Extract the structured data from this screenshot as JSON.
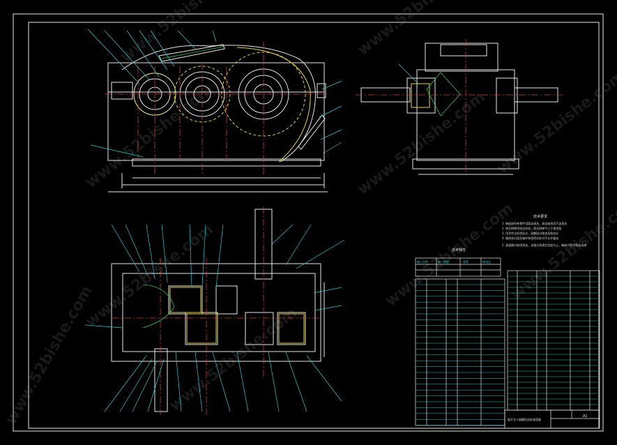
{
  "drawing": {
    "sheet_size_label": "A1",
    "tech_req_title": "技术要求",
    "tech_req_lines": [
      "1. 装配前所有零件用煤油清洗，滚动轴承用汽油清洗",
      "2. 啮合侧隙用铅丝检验，保证侧隙不小于规定值",
      "3. 用涂色法检验斑点，接触斑点按齿高和齿长",
      "4. 箱体剖分面及轴外伸段密封处均不允许漏油",
      "5. 减速器内装润滑油，油量达到规定深度为止，箱体内壁涂耐油油漆"
    ],
    "char_table_title": "技术特性",
    "char_table_head": [
      "输入功率",
      "输入转速",
      "效率",
      "传动比"
    ],
    "char_table_row": [
      "",
      "",
      "",
      ""
    ],
    "title_block_name": "展开式二级圆柱齿轮减速器",
    "watermark": "www.52bishe.com"
  }
}
